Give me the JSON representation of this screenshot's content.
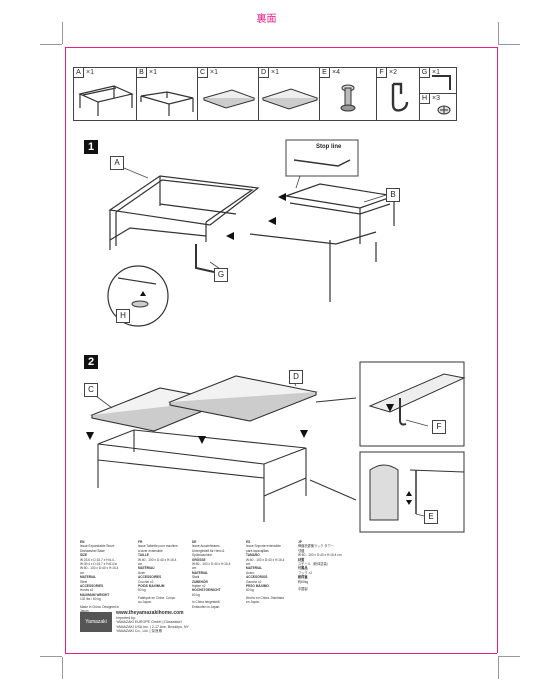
{
  "header": {
    "label": "裏面"
  },
  "parts": [
    {
      "letter": "A",
      "qty": "×1",
      "icon": "frame-icon"
    },
    {
      "letter": "B",
      "qty": "×1",
      "icon": "frame-b-icon"
    },
    {
      "letter": "C",
      "qty": "×1",
      "icon": "board-c-icon"
    },
    {
      "letter": "D",
      "qty": "×1",
      "icon": "board-d-icon"
    },
    {
      "letter": "E",
      "qty": "×4",
      "icon": "adjuster-icon"
    },
    {
      "letter": "F",
      "qty": "×2",
      "icon": "hook-icon"
    },
    {
      "letter": "G",
      "qty": "×1",
      "icon": "hex-key-icon"
    },
    {
      "letter": "H",
      "qty": "×3",
      "icon": "screw-icon"
    }
  ],
  "steps": [
    {
      "number": "1",
      "labels": {
        "a": "A",
        "b": "B",
        "g": "G",
        "h": "H"
      },
      "callout": "Stop line"
    },
    {
      "number": "2",
      "labels": {
        "c": "C",
        "d": "D",
        "f": "F",
        "e": "E"
      }
    }
  ],
  "footer": {
    "columns": [
      {
        "lang": "EN",
        "title": "Issue Expandable Stove Dishwasher Base",
        "size_h": "SIZE",
        "size": "W:23.6 x D:15.7 x H:6.4 - W:39.4 x D:15.7 x H:6.4 in",
        "size_cm": "W:60 - 100 x D:40 x H:16.4 cm",
        "mat_h": "MATERIAL",
        "mat": "Steel",
        "acc_h": "ACCESSORIES",
        "acc": "Hooks x2",
        "load_h": "MAXIMUM WEIGHT",
        "load": "132 lbs / 60 kg",
        "origin": "Made in China. Designed in Japan."
      },
      {
        "lang": "FR",
        "title": "Issue Tablette pour machine à laver extensible",
        "size_h": "TAILLE",
        "size": "W:60 - 100 x D:40 x H:16.4 cm",
        "mat_h": "MATÉRIAU",
        "mat": "Acier",
        "acc_h": "ACCESSOIRES",
        "acc": "Crochet x2",
        "load_h": "POIDS MAXIMUM",
        "load": "60 kg",
        "origin": "Fabriqué en Chine. Conçu au Japon."
      },
      {
        "lang": "DE",
        "title": "Issue Ausziehbares Untergestell für Herd & Spülmaschine",
        "size_h": "GRÖSSE",
        "size": "W:60 - 100 x D:40 x H:16.4 cm",
        "mat_h": "MATERIAL",
        "mat": "Stahl",
        "acc_h": "ZUBEHÖR",
        "acc": "Haken x2",
        "load_h": "HÖCHSTGEWICHT",
        "load": "60 kg",
        "origin": "In China hergestellt. Entworfen in Japan."
      },
      {
        "lang": "ES",
        "title": "Issue Soporte extensible para lavavajillas",
        "size_h": "TAMAÑO",
        "size": "W:60 - 100 x D:40 x H:16.4 cm",
        "mat_h": "MATERIAL",
        "mat": "Acero",
        "acc_h": "ACCESORIOS",
        "acc": "Gancho x2",
        "load_h": "PESO MÁXIMO",
        "load": "60 kg",
        "origin": "Hecho en China. Diseñado en Japón."
      },
      {
        "lang": "JP",
        "title": "伸縮洗濯機ラック タワー",
        "size_h": "寸法",
        "size": "W:60 - 100 x D:40 x H:16.4 cm",
        "mat_h": "材質",
        "mat": "スチール（粉体塗装）",
        "acc_h": "付属品",
        "acc": "フック ×2",
        "load_h": "耐荷重",
        "load": "約60kg",
        "origin": "中国製"
      }
    ],
    "brand": "Yamazaki",
    "website": "www.theyamazakihome.com",
    "imported": "Imported by:",
    "addr1": "YAMAZAKI EUROPE GmbH | Düsseldorf",
    "addr2": "YAMAZAKI USA Inc. | 2-17 Ave, Brooklyn, NY",
    "addr3": "YAMAZAKI Co., Ltd. | 奈良県",
    "addr4": ""
  }
}
